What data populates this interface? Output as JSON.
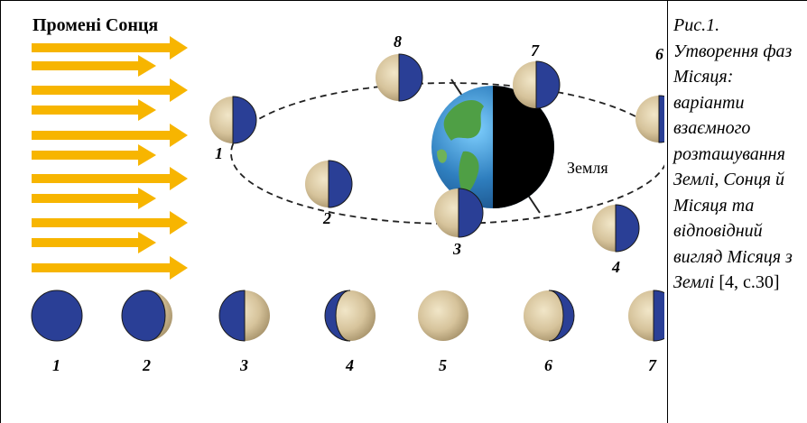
{
  "figure": {
    "sun_label": "Промені Сонця",
    "earth_label": "Земля",
    "orbit_numbers": [
      "1",
      "2",
      "3",
      "4",
      "6",
      "7",
      "8"
    ],
    "phase_numbers": [
      "1",
      "2",
      "3",
      "4",
      "5",
      "6",
      "7"
    ]
  },
  "caption": {
    "italic": "Рис.1. Утворення фаз Місяця: варіанти взаємного розташування Землі, Сонця й Місяця та відповідний вигляд Місяця з Землі",
    "ref": " [4, с.30]"
  },
  "colors": {
    "sun_ray": "#f7b500",
    "moon_dark": "#2a3f96",
    "moon_light": "#d9c7a0",
    "earth_ocean": "#2f7fbf",
    "earth_land": "#4f9f45"
  }
}
